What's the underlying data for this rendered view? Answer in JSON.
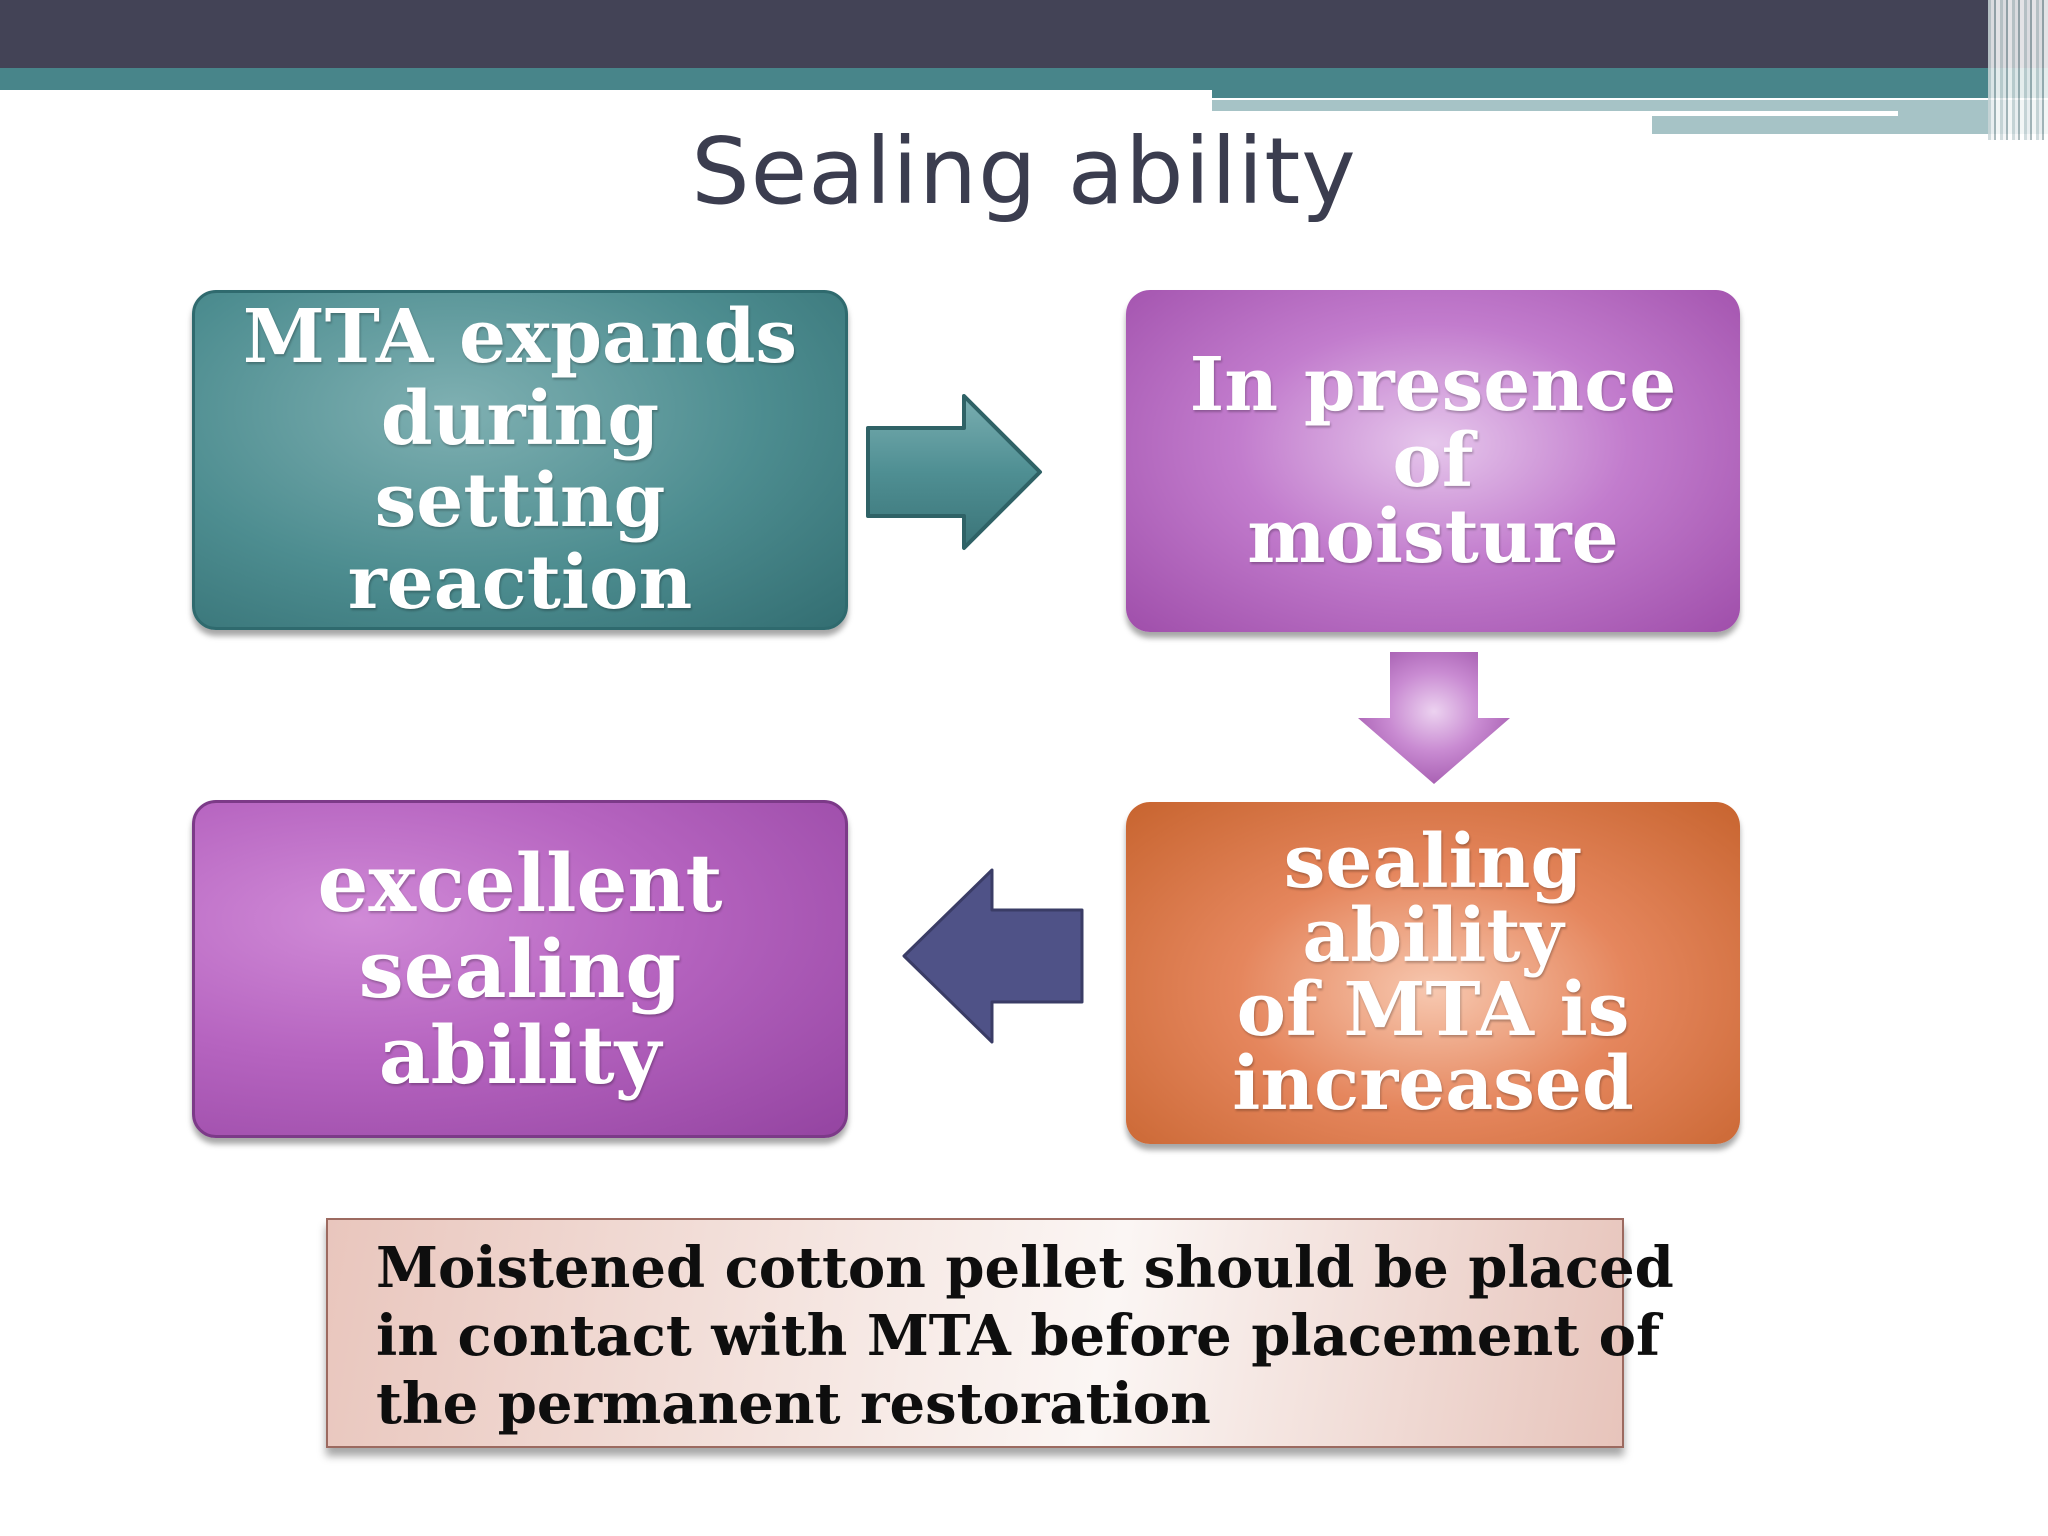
{
  "slide": {
    "title": "Sealing ability"
  },
  "flow": {
    "step1": {
      "lines": [
        "MTA expands",
        "during setting",
        "reaction"
      ]
    },
    "step2": {
      "lines": [
        "In presence of",
        "moisture"
      ]
    },
    "step3": {
      "lines": [
        "sealing ability",
        "of MTA is",
        "increased"
      ]
    },
    "step4": {
      "lines": [
        "excellent",
        "sealing",
        "ability"
      ]
    }
  },
  "note": {
    "lines": [
      "Moistened cotton pellet should be placed",
      "in contact with MTA before placement of",
      "the permanent restoration"
    ]
  },
  "colors": {
    "header": "#434356",
    "accent_teal": "#48858a",
    "title_text": "#3b3d4f",
    "box_teal": "#4d8d90",
    "box_purple": "#b664c0",
    "box_orange": "#e5865d",
    "arrow_teal": "#4f8f93",
    "arrow_purple": "#c27ccd",
    "arrow_navy": "#4f5287"
  },
  "icons": [
    "arrow-right-icon",
    "arrow-down-icon",
    "arrow-left-icon"
  ]
}
